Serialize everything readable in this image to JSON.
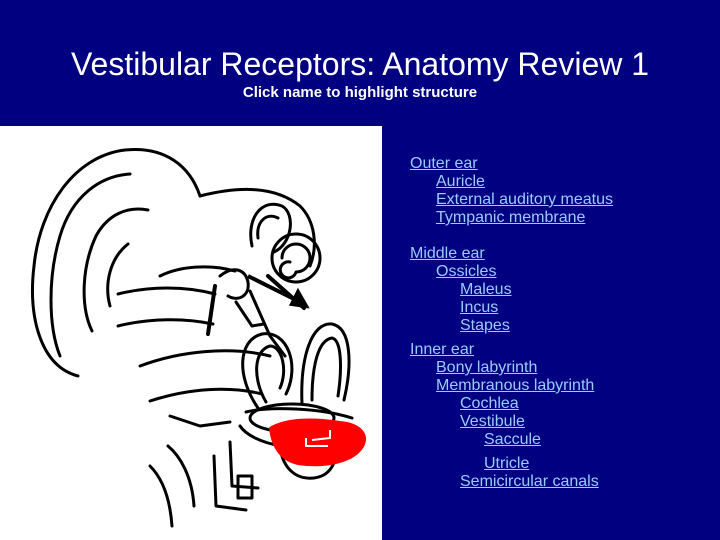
{
  "slide": {
    "title": "Vestibular Receptors: Anatomy Review 1",
    "subtitle": "Click name to highlight structure"
  },
  "colors": {
    "background": "#000080",
    "link": "#99ccff",
    "highlight": "#ff0000"
  },
  "nav": {
    "outer_ear": "Outer ear",
    "auricle": "Auricle",
    "external_auditory_meatus": "External auditory meatus",
    "tympanic_membrane": "Tympanic membrane",
    "middle_ear": "Middle ear",
    "ossicles": "Ossicles",
    "malleus": "Maleus",
    "incus": "Incus",
    "stapes": "Stapes",
    "inner_ear": "Inner ear",
    "bony_labyrinth": "Bony labyrinth",
    "membranous_labyrinth": "Membranous labyrinth",
    "cochlea": "Cochlea",
    "vestibule": "Vestibule",
    "saccule": "Saccule",
    "utricle": "Utricle",
    "semicircular_canals": "Semicircular canals"
  }
}
